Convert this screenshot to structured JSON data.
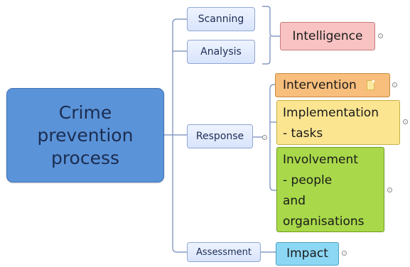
{
  "diagram": {
    "central_topic": "Crime\nprevention\nprocess",
    "stages": [
      "Scanning",
      "Analysis",
      "Response",
      "Assessment"
    ],
    "subtopics": {
      "intelligence": "Intelligence",
      "intervention": "Intervention",
      "implementation": "Implementation\n - tasks",
      "involvement": "Involvement\n- people\nand\norganisations",
      "impact": "Impact"
    },
    "colors": {
      "central": "#5b93d8",
      "stage": "#dde6fb",
      "intelligence": "#f8c3c2",
      "intervention": "#f8be7c",
      "implementation": "#fbe591",
      "involvement": "#a9d94a",
      "impact": "#8cd7f4",
      "connector": "#6f86b8"
    },
    "icons": [
      "note-icon",
      "collapse-icon"
    ]
  }
}
